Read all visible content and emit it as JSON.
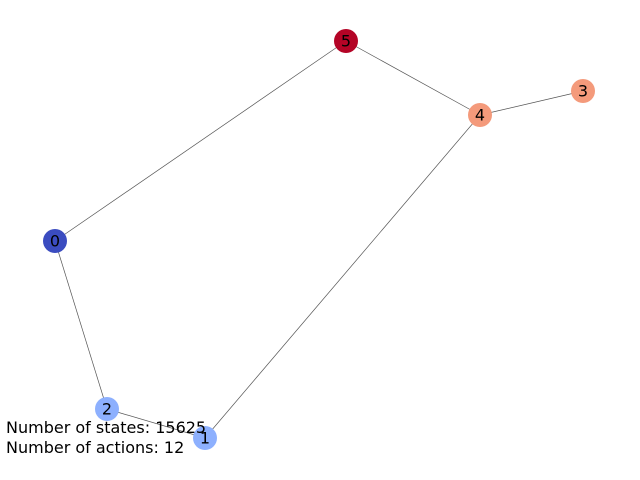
{
  "graph": {
    "nodes": [
      {
        "id": "0",
        "label": "0",
        "color": "#3b4cc0"
      },
      {
        "id": "1",
        "label": "1",
        "color": "#8db0fe"
      },
      {
        "id": "2",
        "label": "2",
        "color": "#8db0fe"
      },
      {
        "id": "3",
        "label": "3",
        "color": "#f49a7b"
      },
      {
        "id": "4",
        "label": "4",
        "color": "#f49a7b"
      },
      {
        "id": "5",
        "label": "5",
        "color": "#b40426"
      }
    ],
    "edges": [
      [
        "0",
        "5"
      ],
      [
        "0",
        "2"
      ],
      [
        "2",
        "1"
      ],
      [
        "1",
        "4"
      ],
      [
        "4",
        "5"
      ],
      [
        "4",
        "3"
      ]
    ]
  },
  "caption": {
    "states": "Number of states: 15625",
    "actions": "Number of actions: 12"
  }
}
